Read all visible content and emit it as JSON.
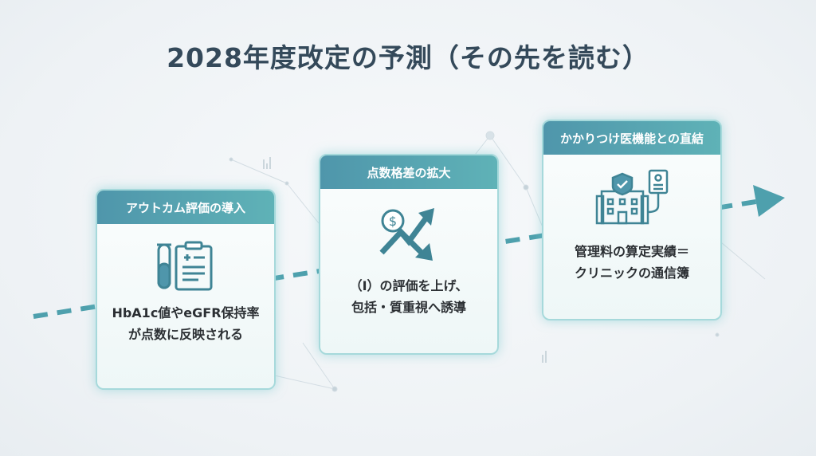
{
  "title": "2028年度改定の予測（その先を読む）",
  "accent_color": "#5aa8b5",
  "cards": [
    {
      "header": "アウトカム評価の導入",
      "icon": "test-tube-clipboard-icon",
      "lines": [
        "HbA1c値やeGFR保持率",
        "が点数に反映される"
      ]
    },
    {
      "header": "点数格差の拡大",
      "icon": "diverging-arrows-dollar-icon",
      "lines": [
        "（I）の評価を上げ、",
        "包括・質重視へ誘導"
      ]
    },
    {
      "header": "かかりつけ医機能との直結",
      "icon": "clinic-document-icon",
      "lines": [
        "管理料の算定実績＝",
        "クリニックの通信簿"
      ]
    }
  ]
}
